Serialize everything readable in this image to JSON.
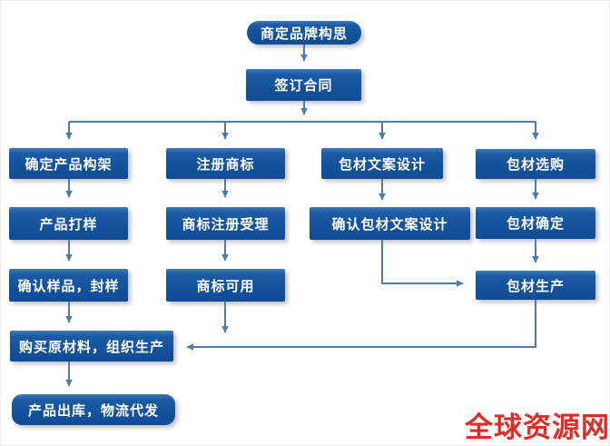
{
  "flowchart": {
    "nodes": {
      "brand_concept": "商定品牌构思",
      "sign_contract": "签订合同",
      "define_product_framework": "确定产品构架",
      "register_trademark": "注册商标",
      "packaging_copy_design": "包材文案设计",
      "packaging_purchase": "包材选购",
      "product_sampling": "产品打样",
      "trademark_acceptance": "商标注册受理",
      "confirm_packaging_copy": "确认包材文案设计",
      "packaging_confirmed": "包材确定",
      "confirm_sample_seal": "确认样品，封样",
      "trademark_available": "商标可用",
      "packaging_production": "包材生产",
      "purchase_materials": "购买原材料，组织生产",
      "product_outbound": "产品出库，物流代发"
    },
    "colors": {
      "node_fill": "#12529b",
      "node_text": "#ffffff",
      "connector": "#4d7cab",
      "watermark": "#e02b26"
    }
  },
  "watermark": {
    "text": "全球资源网"
  }
}
